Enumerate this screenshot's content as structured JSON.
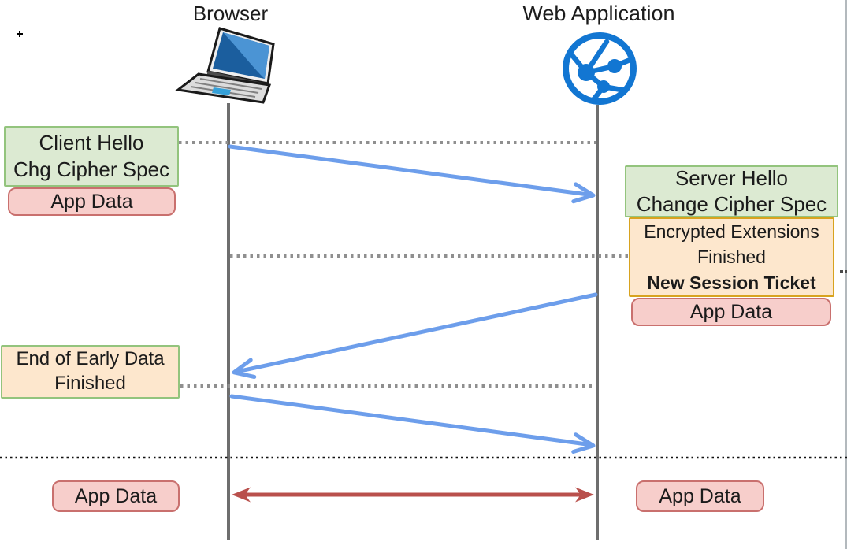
{
  "actors": {
    "left": {
      "label": "Browser"
    },
    "right": {
      "label": "Web Application"
    }
  },
  "boxes": {
    "client_hello": {
      "line1": "Client Hello",
      "line2": "Chg Cipher Spec"
    },
    "client_app_data": {
      "label": "App Data"
    },
    "server_hello": {
      "line1": "Server Hello",
      "line2": "Change Cipher Spec"
    },
    "encrypted_extensions": {
      "line1": "Encrypted Extensions",
      "line2": "Finished",
      "line3": "New Session Ticket"
    },
    "server_app_data": {
      "label": "App Data"
    },
    "end_of_early_data": {
      "line1": "End of Early Data",
      "line2": "Finished"
    },
    "bottom_left_app_data": {
      "label": "App Data"
    },
    "bottom_right_app_data": {
      "label": "App Data"
    }
  },
  "icons": {
    "left": "laptop-icon",
    "right": "globe-icon"
  },
  "colors": {
    "box_green_fill": "#dcead2",
    "box_green_border": "#93c47d",
    "box_orange_fill": "#fde7cd",
    "box_orange_border": "#d8a31f",
    "box_pink_fill": "#f7cecb",
    "box_pink_border": "#c9706e",
    "arrow_blue": "#6d9eeb",
    "arrow_red": "#b9504c",
    "lifeline_gray": "#6e6e6e",
    "dotted_gray": "#8f8f8f",
    "dotted_black": "#111111",
    "icon_blue": "#1276d2"
  }
}
